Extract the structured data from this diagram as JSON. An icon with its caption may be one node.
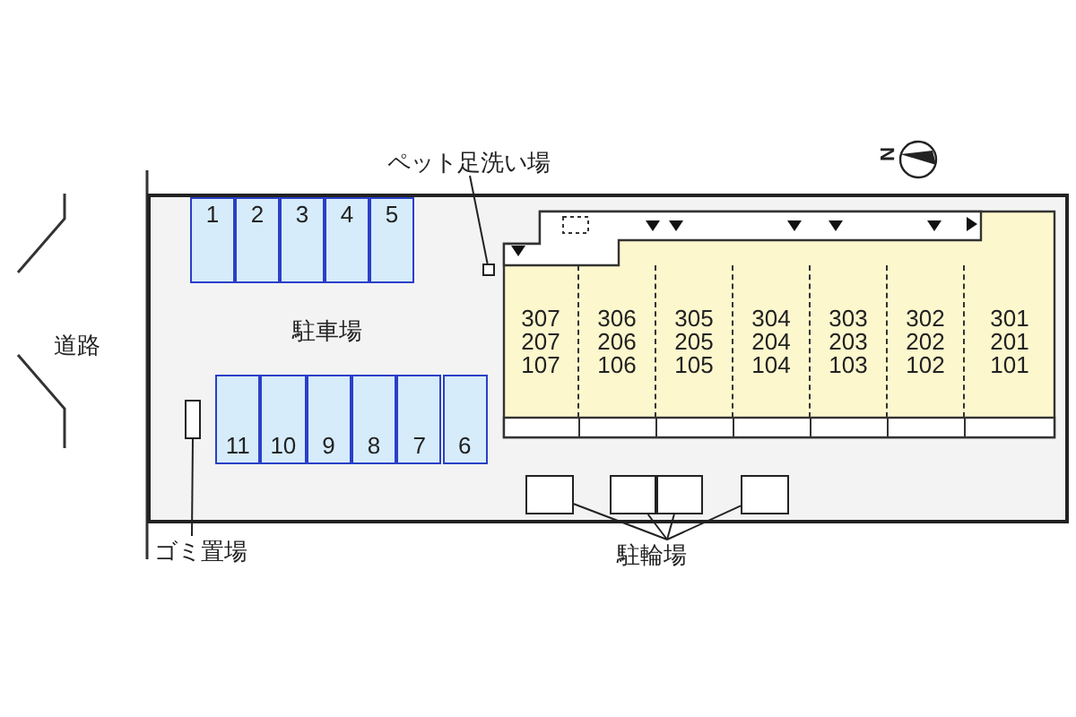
{
  "diagram": {
    "nodes": [
      {
        "text": [],
        "shape": "box"
      },
      {
        "text": [
          "1"
        ],
        "in": 0
      },
      {
        "text": [
          "2"
        ],
        "in": 0
      },
      {
        "text": [
          "3"
        ],
        "in": 0
      },
      {
        "text": [
          "4"
        ],
        "in": 0
      },
      {
        "text": [
          "5"
        ],
        "in": 0
      },
      {
        "text": [
          "11"
        ],
        "in": 0
      },
      {
        "text": [
          "10"
        ],
        "in": 0
      },
      {
        "text": [
          "9"
        ],
        "in": 0
      },
      {
        "text": [
          "8"
        ],
        "in": 0
      },
      {
        "text": [
          "7"
        ],
        "in": 0
      },
      {
        "text": [
          "6"
        ],
        "in": 0
      },
      {
        "text": [],
        "shape": "box",
        "in": 0
      },
      {
        "text": [
          "307",
          "207",
          "107"
        ],
        "in": 12
      },
      {
        "text": [
          "306",
          "206",
          "106"
        ],
        "in": 12
      },
      {
        "text": [
          "305",
          "205",
          "105"
        ],
        "in": 12
      },
      {
        "text": [
          "304",
          "204",
          "104"
        ],
        "in": 12
      },
      {
        "text": [
          "303",
          "203",
          "103"
        ],
        "in": 12
      },
      {
        "text": [
          "302",
          "202",
          "102"
        ],
        "in": 12
      },
      {
        "text": [
          "301",
          "201",
          "101"
        ],
        "in": 12
      },
      {
        "text": [
          "ペット足洗い場"
        ]
      },
      {
        "text": [],
        "shape": "box",
        "in": 0
      },
      {
        "text": [],
        "shape": "box",
        "in": 0
      },
      {
        "text": [
          "ゴミ置場"
        ]
      },
      {
        "text": [
          "駐輪場"
        ]
      },
      {
        "text": [],
        "shape": "box",
        "in": 0
      },
      {
        "text": [],
        "shape": "box",
        "in": 0
      },
      {
        "text": [],
        "shape": "box",
        "in": 0
      },
      {
        "text": [],
        "shape": "box",
        "in": 0
      }
    ],
    "edges": [
      {
        "from": 20,
        "to": 21,
        "arrow": "none"
      },
      {
        "from": 23,
        "to": 22,
        "arrow": "none"
      },
      {
        "from": 24,
        "to": 25,
        "arrow": "none"
      },
      {
        "from": 24,
        "to": 26,
        "arrow": "none"
      },
      {
        "from": 24,
        "to": 27,
        "arrow": "none"
      },
      {
        "from": 24,
        "to": 28,
        "arrow": "none"
      }
    ],
    "labels": [
      "N",
      "道路",
      "駐車場"
    ]
  }
}
